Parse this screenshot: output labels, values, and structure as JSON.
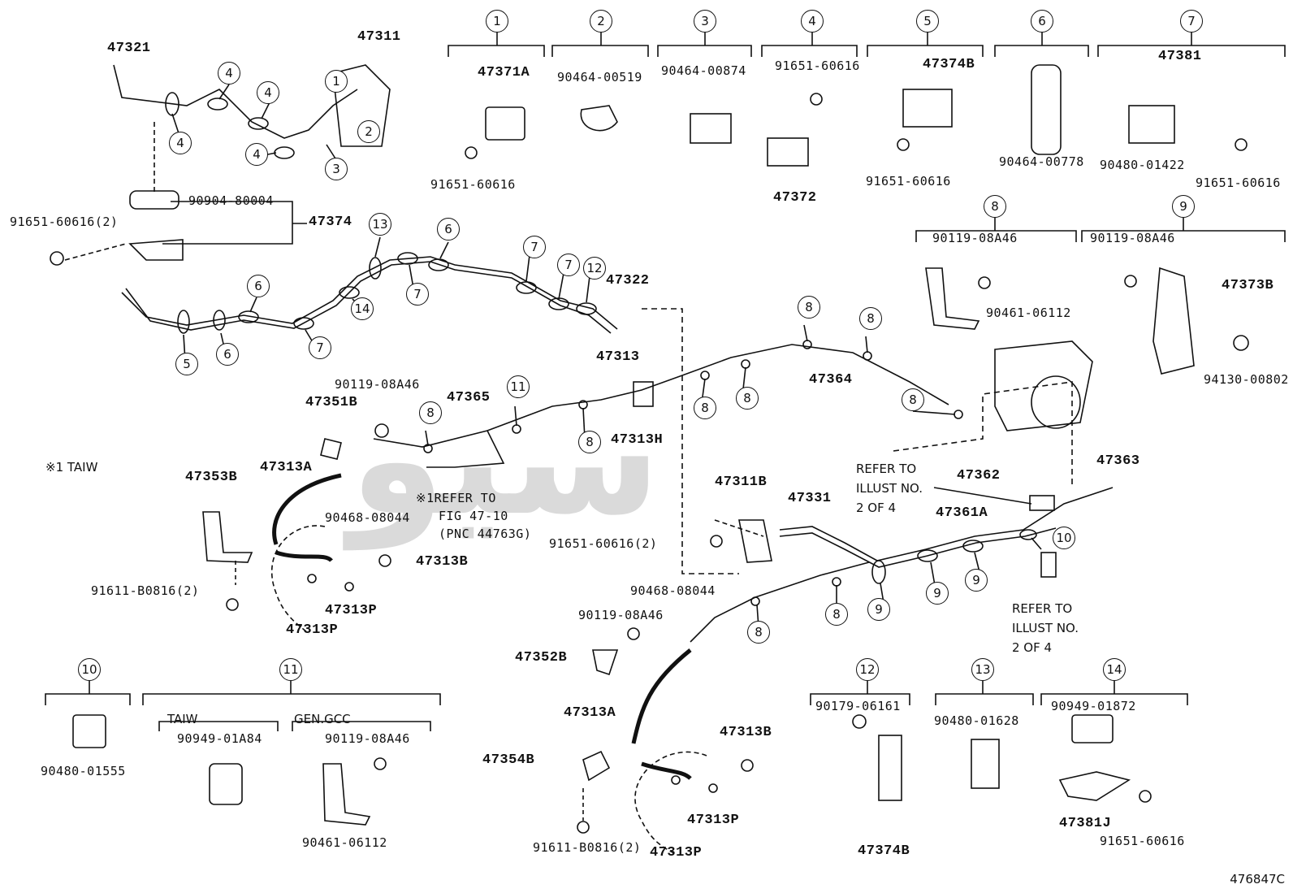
{
  "watermark": "سيو",
  "figure_id": "476847C",
  "notes": {
    "taiw_marker": "※1 TAIW",
    "refer_fig_line1": "※1REFER TO",
    "refer_fig_line2": "FIG 47-10",
    "refer_fig_line3": "(PNC 44763G)",
    "refer_illust_a_line1": "REFER TO",
    "refer_illust_a_line2": "ILLUST NO.",
    "refer_illust_a_line3": "2 OF 4",
    "refer_illust_b_line1": "REFER TO",
    "refer_illust_b_line2": "ILLUST NO.",
    "refer_illust_b_line3": "2 OF 4",
    "group_taiw": "TAIW",
    "group_gen": "GEN.GCC"
  },
  "legend_groups": [
    {
      "num": "1",
      "parts": [
        "47371A",
        "91651-60616"
      ]
    },
    {
      "num": "2",
      "parts": [
        "90464-00519"
      ]
    },
    {
      "num": "3",
      "parts": [
        "90464-00874"
      ]
    },
    {
      "num": "4",
      "parts": [
        "91651-60616",
        "47372"
      ]
    },
    {
      "num": "5",
      "parts": [
        "47374B",
        "91651-60616"
      ]
    },
    {
      "num": "6",
      "parts": [
        "90464-00778"
      ]
    },
    {
      "num": "7",
      "parts": [
        "47381",
        "90480-01422",
        "91651-60616"
      ]
    },
    {
      "num": "8",
      "parts": [
        "90119-08A46",
        "90461-06112"
      ]
    },
    {
      "num": "9",
      "parts": [
        "90119-08A46",
        "47373B",
        "94130-00802"
      ]
    },
    {
      "num": "10",
      "parts": [
        "90480-01555"
      ]
    },
    {
      "num": "11",
      "parts": [
        "90949-01A84",
        "90119-08A46",
        "90461-06112"
      ]
    },
    {
      "num": "12",
      "parts": [
        "90179-06161",
        "47374B"
      ]
    },
    {
      "num": "13",
      "parts": [
        "90480-01628"
      ]
    },
    {
      "num": "14",
      "parts": [
        "90949-01872",
        "47381J",
        "91651-60616"
      ]
    }
  ],
  "main_parts": {
    "p47321": "47321",
    "p47311": "47311",
    "p90904": "90904-80004",
    "p47374": "47374",
    "p91651_2": "91651-60616(2)",
    "p47322": "47322",
    "p47313": "47313",
    "p90119_a": "90119-08A46",
    "p47351B": "47351B",
    "p47365": "47365",
    "p47313H": "47313H",
    "p47364": "47364",
    "p47313A_a": "47313A",
    "p47353B": "47353B",
    "p90468_a": "90468-08044",
    "p47313B_a": "47313B",
    "p47313P_a": "47313P",
    "p47313P_b": "47313P",
    "p91611_a": "91611-B0816(2)",
    "p47311B": "47311B",
    "p47331": "47331",
    "p91651_3": "91651-60616(2)",
    "p47362": "47362",
    "p47363": "47363",
    "p47361A": "47361A",
    "p90468_b": "90468-08044",
    "p90119_b": "90119-08A46",
    "p47352B": "47352B",
    "p47313A_b": "47313A",
    "p47354B": "47354B",
    "p47313B_b": "47313B",
    "p47313P_c": "47313P",
    "p47313P_d": "47313P",
    "p91611_b": "91611-B0816(2)"
  }
}
